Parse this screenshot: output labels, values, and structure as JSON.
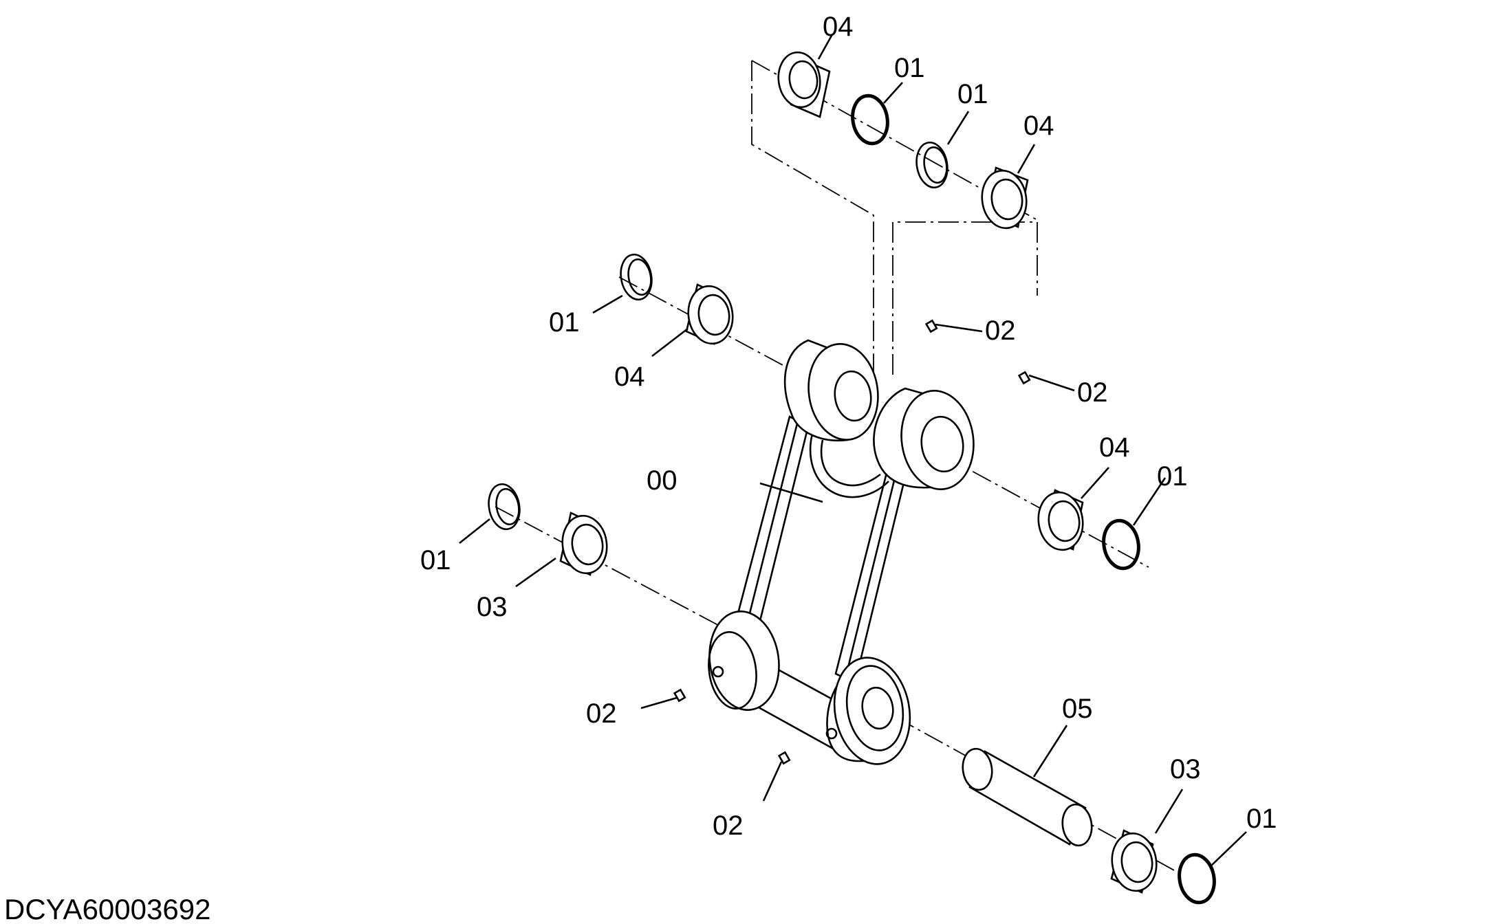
{
  "drawing": {
    "code": "DCYA60003692",
    "labels": {
      "top_04": "04",
      "top_01": "01",
      "right_top_01": "01",
      "right_top_04": "04",
      "left_upper_01": "01",
      "left_upper_04": "04",
      "pin_02_top": "02",
      "pin_02_right": "02",
      "right_mid_04": "04",
      "right_mid_01": "01",
      "link_00": "00",
      "left_lower_01": "01",
      "left_lower_03": "03",
      "pin_02_left": "02",
      "pin_02_bottom": "02",
      "pin_05": "05",
      "bottom_03": "03",
      "bottom_01": "01"
    }
  }
}
